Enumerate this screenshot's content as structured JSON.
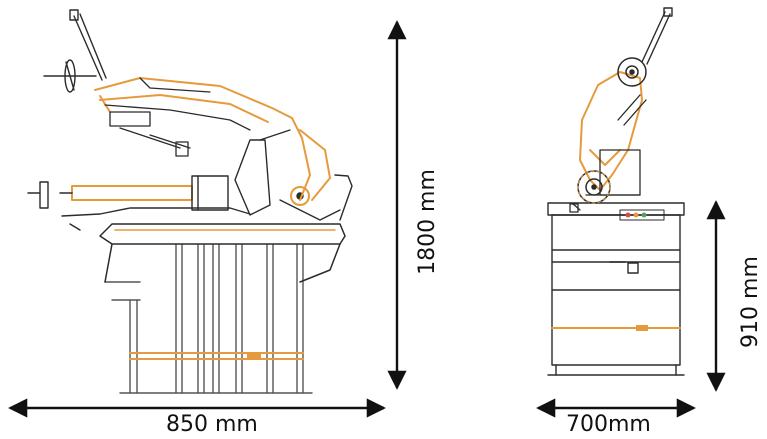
{
  "dimensions": {
    "side_width": "850 mm",
    "overall_height": "1800 mm",
    "front_width": "700mm",
    "table_height": "910 mm"
  },
  "colors": {
    "accent": "#e59a3c",
    "line": "#2b2b2b",
    "light_line": "#8a8a8a"
  },
  "icons": {
    "side_view": "bandsaw-side-view-drawing",
    "front_view": "bandsaw-front-view-drawing",
    "arrow": "double-headed-dimension-arrow"
  }
}
